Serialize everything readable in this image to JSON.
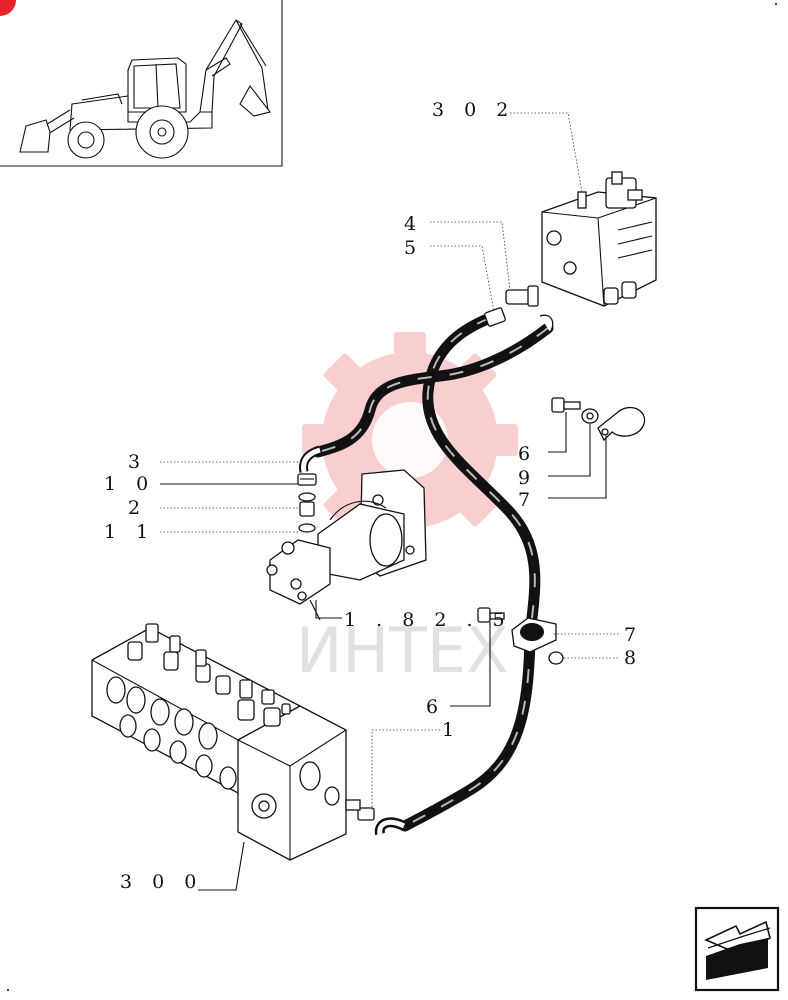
{
  "watermark": {
    "text": "ИНТЕХ",
    "gear_color": "#e8232a"
  },
  "thumbnail": {
    "icon": "backhoe-loader-icon",
    "badge_color": "#e8232a"
  },
  "callouts": [
    {
      "id": "302",
      "text": "3 0 2"
    },
    {
      "id": "4",
      "text": "4"
    },
    {
      "id": "5",
      "text": "5"
    },
    {
      "id": "6a",
      "text": "6"
    },
    {
      "id": "9",
      "text": "9"
    },
    {
      "id": "7a",
      "text": "7"
    },
    {
      "id": "3",
      "text": "3"
    },
    {
      "id": "10",
      "text": "1 0"
    },
    {
      "id": "2",
      "text": "2"
    },
    {
      "id": "11",
      "text": "1 1"
    },
    {
      "id": "1.82",
      "text": "1 . 8 2 . 5"
    },
    {
      "id": "7b",
      "text": "7"
    },
    {
      "id": "8",
      "text": "8"
    },
    {
      "id": "6b",
      "text": "6"
    },
    {
      "id": "1",
      "text": "1"
    },
    {
      "id": "300",
      "text": "3 0 0"
    }
  ],
  "nav": {
    "icon": "next-page-arrow-icon"
  }
}
